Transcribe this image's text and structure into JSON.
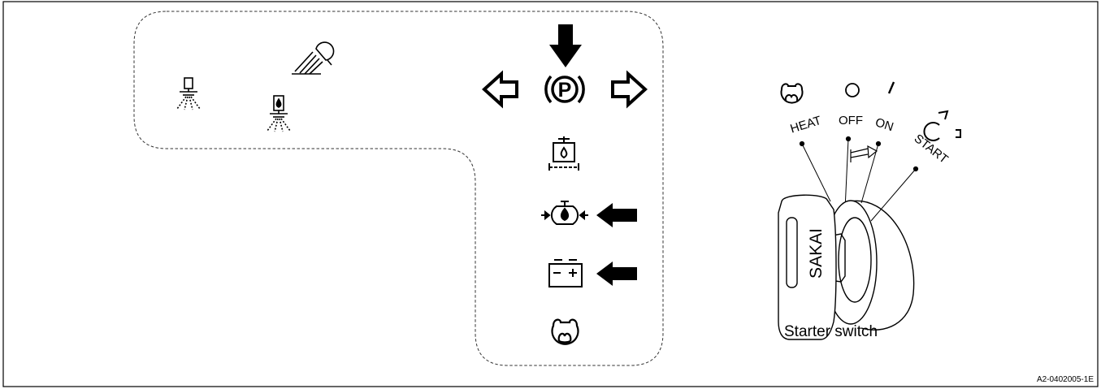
{
  "switch_positions": {
    "heat": "HEAT",
    "off": "OFF",
    "on": "ON",
    "start": "START"
  },
  "key_brand": "SAKAI",
  "caption": "Starter switch",
  "figure_id": "A2-0402005-1E",
  "icons": {
    "left_panel": [
      "front-sprinkler-icon",
      "rear-sprinkler-icon",
      "work-light-icon"
    ],
    "right_column": [
      "parking-brake-icon",
      "left-turn-indicator-icon",
      "right-turn-indicator-icon",
      "water-level-icon",
      "engine-oil-pressure-icon",
      "battery-charge-icon",
      "glow-plug-icon"
    ],
    "switch_symbols": [
      "glow-plug-icon",
      "off-circle-icon",
      "on-slash-icon",
      "engine-start-icon"
    ]
  },
  "colors": {
    "line": "#000000",
    "dashed": "#333333",
    "background": "#ffffff"
  }
}
